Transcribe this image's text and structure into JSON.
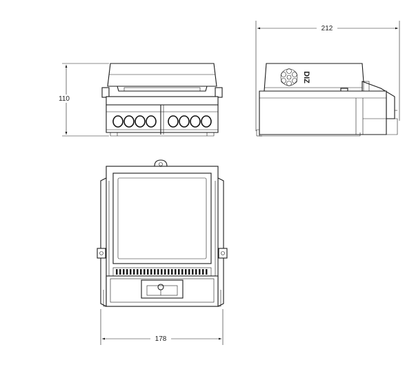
{
  "dimensions": {
    "height_label": "110",
    "depth_label": "212",
    "width_label": "178"
  },
  "side_view": {
    "logo_text": "DIZ"
  },
  "colors": {
    "line": "#1a1a1a",
    "background": "#ffffff"
  }
}
